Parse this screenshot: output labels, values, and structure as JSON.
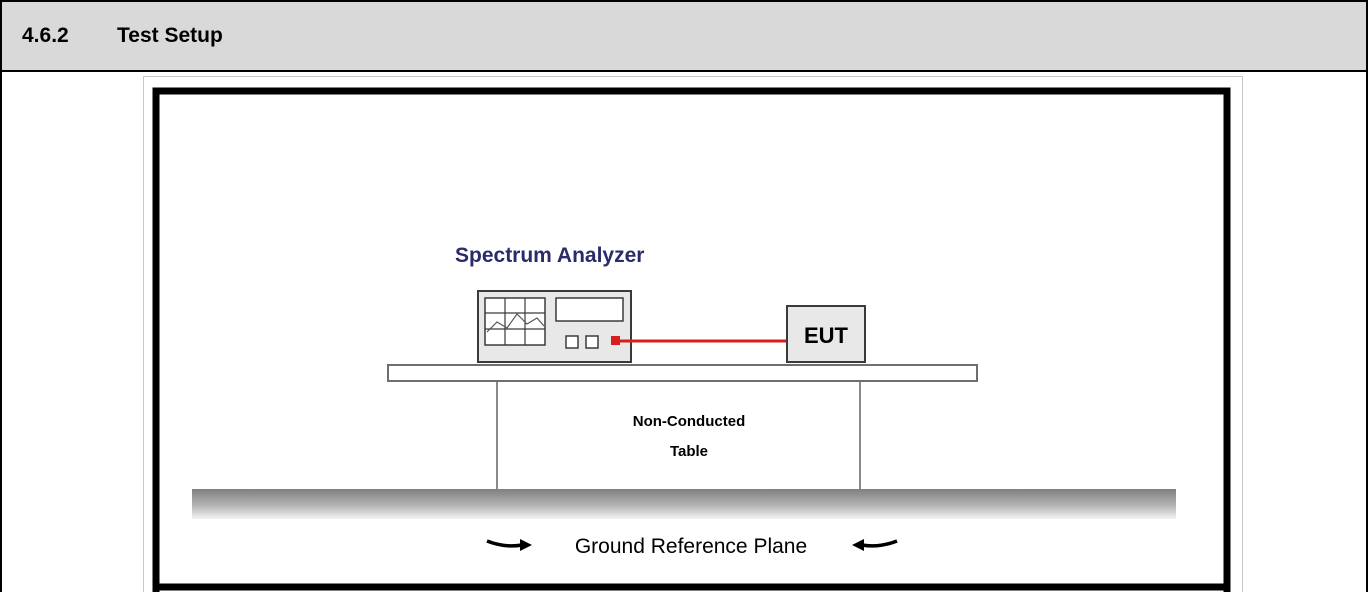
{
  "section": {
    "number": "4.6.2",
    "title": "Test Setup"
  },
  "diagram": {
    "analyzer_label": "Spectrum Analyzer",
    "eut_label": "EUT",
    "table_label_line1": "Non-Conducted",
    "table_label_line2": "Table",
    "ground_label": "Ground Reference Plane",
    "colors": {
      "analyzer_label": "#2b2b6b",
      "cable": "#d42020",
      "border": "#000000",
      "header_bg": "#d9d9d9"
    }
  }
}
